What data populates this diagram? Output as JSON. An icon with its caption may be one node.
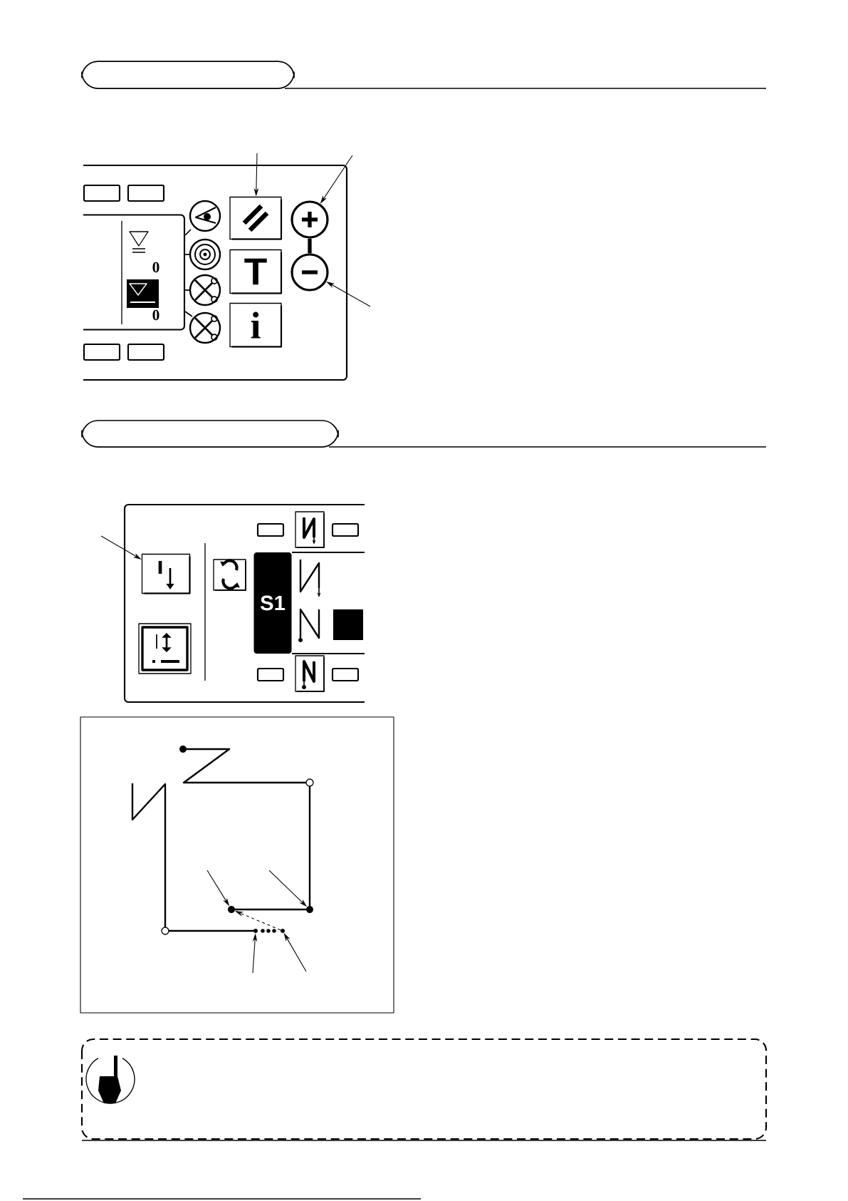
{
  "diagram": {
    "nodes": [
      {
        "text": [],
        "shape": "box"
      },
      {
        "text": [
          "T"
        ]
      },
      {
        "text": [
          "i"
        ]
      },
      {
        "text": [],
        "shape": "circle"
      },
      {
        "text": [],
        "shape": "circle"
      },
      {
        "text": [
          "0",
          "0"
        ]
      },
      {
        "text": [],
        "shape": "box"
      },
      {
        "text": [
          "S1"
        ]
      },
      {
        "text": [],
        "shape": "circle"
      },
      {
        "text": [],
        "shape": "circle"
      },
      {
        "text": [],
        "shape": "circle"
      },
      {
        "text": [],
        "shape": "circle"
      }
    ],
    "edges": [
      {
        "from": null,
        "to": 0,
        "arrow": "to"
      },
      {
        "from": null,
        "to": 3,
        "arrow": "to"
      },
      {
        "from": null,
        "to": 4,
        "arrow": "to"
      },
      {
        "from": null,
        "to": 6,
        "arrow": "to"
      },
      {
        "from": null,
        "to": 8,
        "arrow": "to"
      },
      {
        "from": null,
        "to": 9,
        "arrow": "to"
      },
      {
        "from": null,
        "to": 10,
        "arrow": "to"
      },
      {
        "from": null,
        "to": 11,
        "arrow": "to"
      },
      {
        "from": 11,
        "to": 8,
        "arrow": "to",
        "style": "dashed"
      },
      {
        "from": 3,
        "to": 4,
        "arrow": "none",
        "style": "thick"
      }
    ]
  }
}
